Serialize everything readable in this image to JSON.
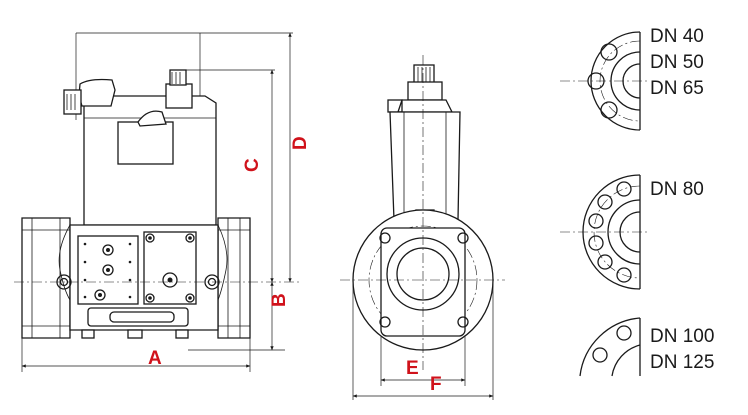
{
  "dimension_labels": {
    "a": "A",
    "b": "B",
    "c": "C",
    "d": "D",
    "e": "E",
    "f": "F"
  },
  "flange_labels": {
    "group1": [
      "DN 40",
      "DN 50",
      "DN 65"
    ],
    "group2": [
      "DN 80"
    ],
    "group3": [
      "DN 100",
      "DN 125"
    ]
  },
  "colors": {
    "dimension_label": "#d0121b",
    "line": "#1a1a1a"
  }
}
